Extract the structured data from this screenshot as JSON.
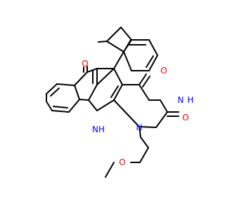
{
  "molecule": {
    "colors": {
      "bond": "#000000",
      "oxygen": "#ff0000",
      "nitrogen": "#0000ff",
      "background": "#ffffff"
    },
    "atom_labels": {
      "o_ketone": "O",
      "o_c4": "O",
      "o_c2": "O",
      "o_ether": "O",
      "nh_ring": "NH",
      "n_h": "N",
      "h_nh": "H",
      "n1": "N"
    }
  }
}
